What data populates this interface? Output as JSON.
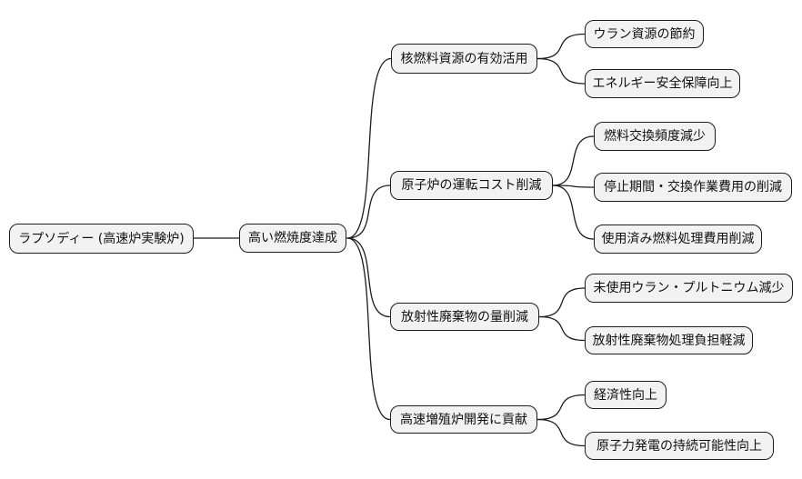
{
  "mindmap": {
    "root": {
      "label": "ラプソディー (高速炉実験炉)"
    },
    "hub": {
      "label": "高い燃焼度達成"
    },
    "branches": [
      {
        "label": "核燃料資源の有効活用",
        "children": [
          "ウラン資源の節約",
          "エネルギー安全保障向上"
        ]
      },
      {
        "label": "原子炉の運転コスト削減",
        "children": [
          "燃料交換頻度減少",
          "停止期間・交換作業費用の削減",
          "使用済み燃料処理費用削減"
        ]
      },
      {
        "label": "放射性廃棄物の量削減",
        "children": [
          "未使用ウラン・プルトニウム減少",
          "放射性廃棄物処理負担軽減"
        ]
      },
      {
        "label": "高速増殖炉開発に貢献",
        "children": [
          "経済性向上",
          "原子力発電の持続可能性向上"
        ]
      }
    ],
    "colors": {
      "background": "#ffffff",
      "node_fill": "#f2f2f2",
      "node_border": "#1c1c1c",
      "edge": "#1c1c1c",
      "text": "#111111"
    }
  }
}
